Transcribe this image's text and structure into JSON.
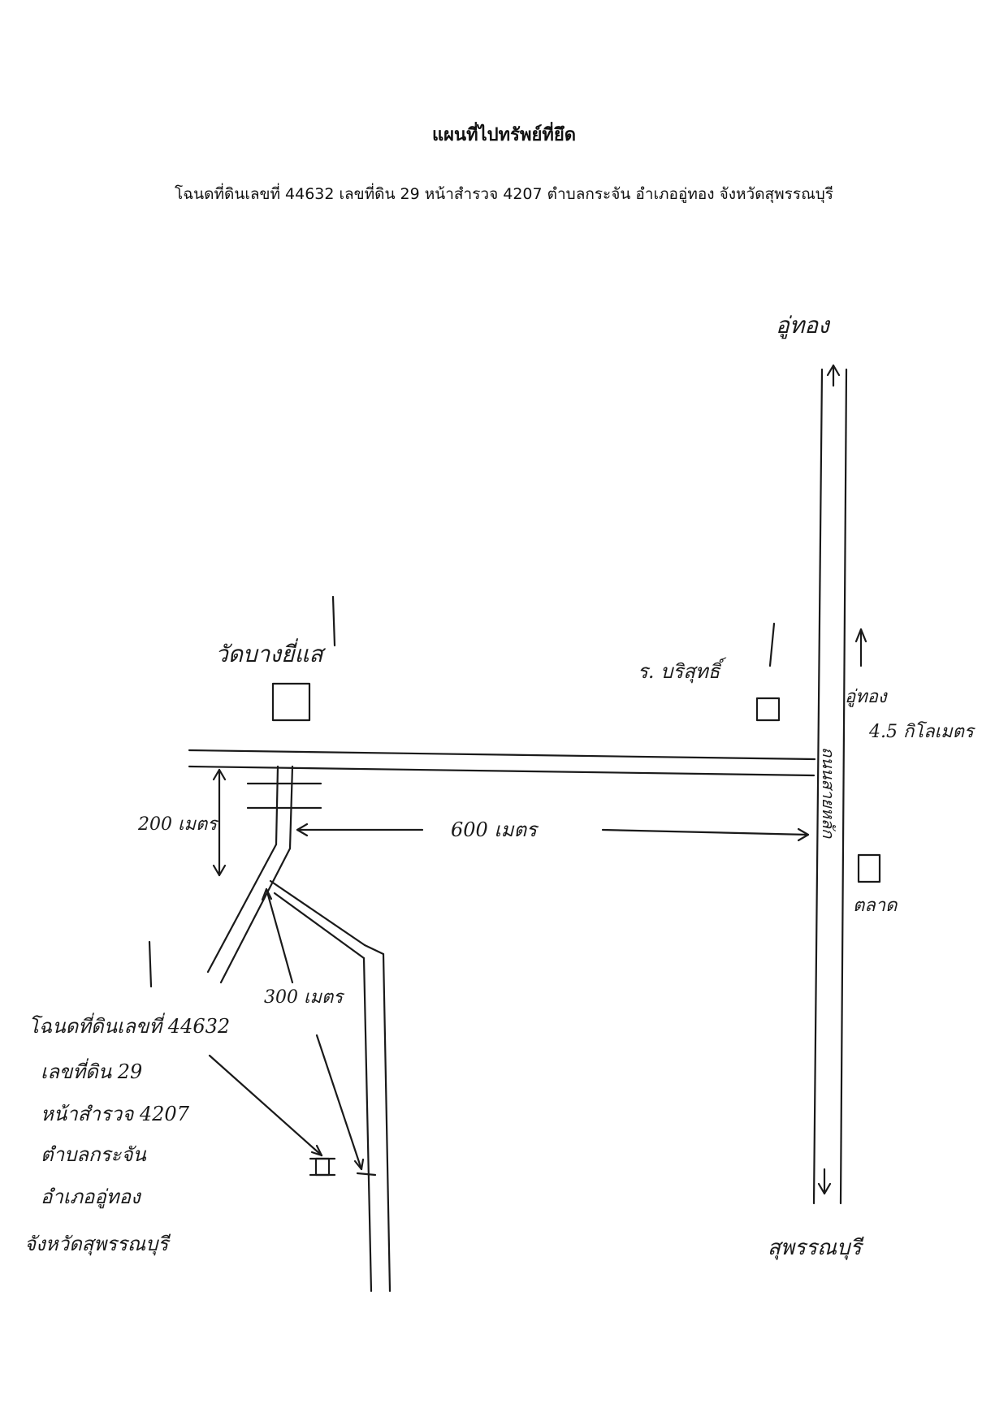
{
  "document": {
    "title": "แผนที่ไปทรัพย์ที่ยึด",
    "subtitle": "โฉนดที่ดินเลขที่ 44632 เลขที่ดิน 29 หน้าสำรวจ 4207 ตำบลกระจัน อำเภออู่ทอง จังหวัดสุพรรณบุรี"
  },
  "map": {
    "north_label": "อู่ทอง",
    "south_label": "สุพรรณบุรี",
    "main_road_label": "ถนนสายหลัก",
    "temple_label": "วัดบางยี่แส",
    "school_label": "ร. บริสุทธิ์",
    "uthong_distance_label_1": "อู่ทอง",
    "uthong_distance_label_2": "4.5 กิโลเมตร",
    "market_label": "ตลาด",
    "dist_side_road": "200 เมตร",
    "dist_main_road": "600 เมตร",
    "dist_branch": "300 เมตร",
    "parcel_note": [
      "โฉนดที่ดินเลขที่ 44632",
      "เลขที่ดิน 29",
      "หน้าสำรวจ 4207",
      "ตำบลกระจัน",
      "อำเภออู่ทอง",
      "จังหวัดสุพรรณบุรี"
    ]
  }
}
